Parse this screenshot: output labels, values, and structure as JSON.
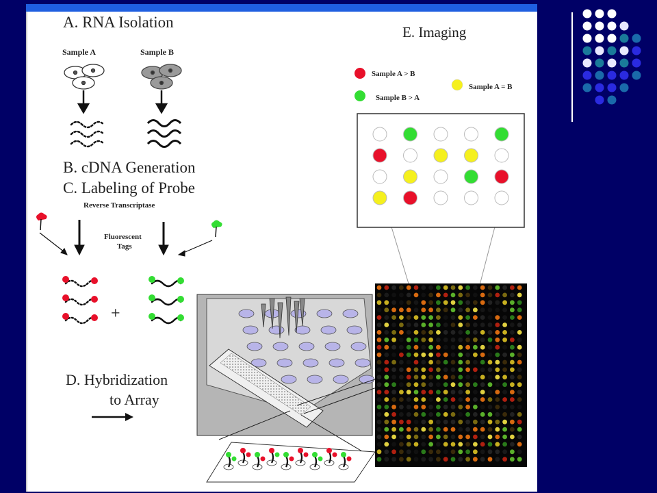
{
  "steps": {
    "rna_isolation": "A. RNA Isolation",
    "cdna_generation": "B. cDNA Generation",
    "labeling": "C. Labeling of Probe",
    "hybridization_line1": "D. Hybridization",
    "hybridization_line2": "to Array",
    "imaging": "E. Imaging"
  },
  "samples": {
    "sample_a": "Sample A",
    "sample_b": "Sample B"
  },
  "labels": {
    "reverse_transcriptase": "Reverse Transcriptase",
    "fluorescent_line1": "Fluorescent",
    "fluorescent_line2": "Tags",
    "plus": "+"
  },
  "legend": {
    "red": "Sample A > B",
    "green": "Sample B > A",
    "yellow": "Sample A = B"
  },
  "colors": {
    "slide_background": "#000066",
    "red": "#e8102a",
    "green": "#33dd33",
    "yellow": "#f5f01e",
    "empty": "#ffffff"
  },
  "spot_grid": [
    [
      "empty",
      "green",
      "empty",
      "empty",
      "green"
    ],
    [
      "red",
      "empty",
      "yellow",
      "yellow",
      "empty"
    ],
    [
      "empty",
      "yellow",
      "empty",
      "green",
      "red"
    ],
    [
      "yellow",
      "red",
      "empty",
      "empty",
      "empty"
    ]
  ]
}
